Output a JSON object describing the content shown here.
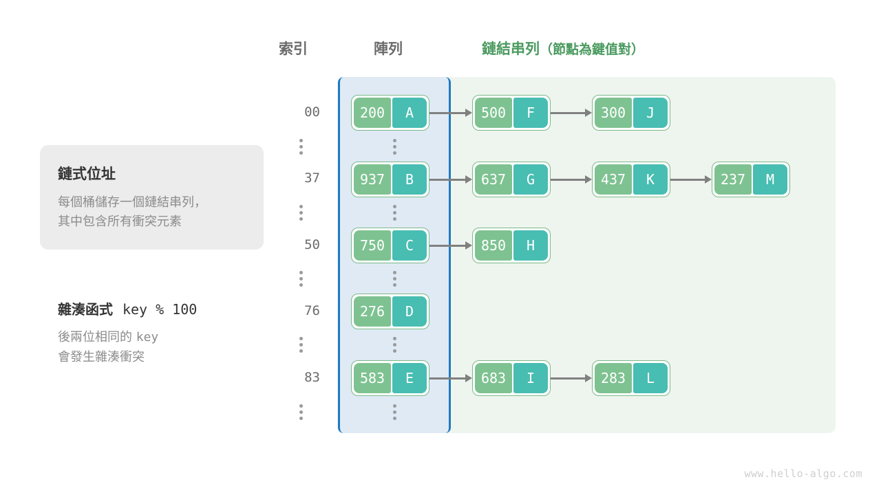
{
  "headers": {
    "index": "索引",
    "array": "陣列",
    "linked_list": "鏈結串列",
    "linked_list_note": "（節點為鍵值對）"
  },
  "info_card": {
    "title": "鏈式位址",
    "line1": "每個桶儲存一個鏈結串列，",
    "line2": "其中包含所有衝突元素"
  },
  "hash_info": {
    "title_label": "雜湊函式",
    "title_expr": "key % 100",
    "line1_a": "後兩位相同的",
    "line1_b": "key",
    "line2": "會發生雜湊衝突"
  },
  "rows": [
    {
      "index": "00",
      "bucket": {
        "key": "200",
        "value": "A"
      },
      "chain": [
        {
          "key": "500",
          "value": "F"
        },
        {
          "key": "300",
          "value": "J"
        }
      ]
    },
    {
      "index": "37",
      "bucket": {
        "key": "937",
        "value": "B"
      },
      "chain": [
        {
          "key": "637",
          "value": "G"
        },
        {
          "key": "437",
          "value": "K"
        },
        {
          "key": "237",
          "value": "M"
        }
      ]
    },
    {
      "index": "50",
      "bucket": {
        "key": "750",
        "value": "C"
      },
      "chain": [
        {
          "key": "850",
          "value": "H"
        }
      ]
    },
    {
      "index": "76",
      "bucket": {
        "key": "276",
        "value": "D"
      },
      "chain": []
    },
    {
      "index": "83",
      "bucket": {
        "key": "583",
        "value": "E"
      },
      "chain": [
        {
          "key": "683",
          "value": "I"
        },
        {
          "key": "283",
          "value": "L"
        }
      ]
    }
  ],
  "ellipsis_label": "⋮",
  "watermark": "www.hello-algo.com",
  "colors": {
    "key_box": "#7ec291",
    "value_box": "#48bdb2",
    "node_border": "#7ab887",
    "array_column_border": "#1f7ac0",
    "array_column_fill": "#dfeaf5",
    "list_panel_fill": "#eef5ee",
    "accent_green_text": "#4a9a5f",
    "arrow": "#808080",
    "muted_text": "#8c8c8c",
    "card_bg": "#ececec"
  }
}
